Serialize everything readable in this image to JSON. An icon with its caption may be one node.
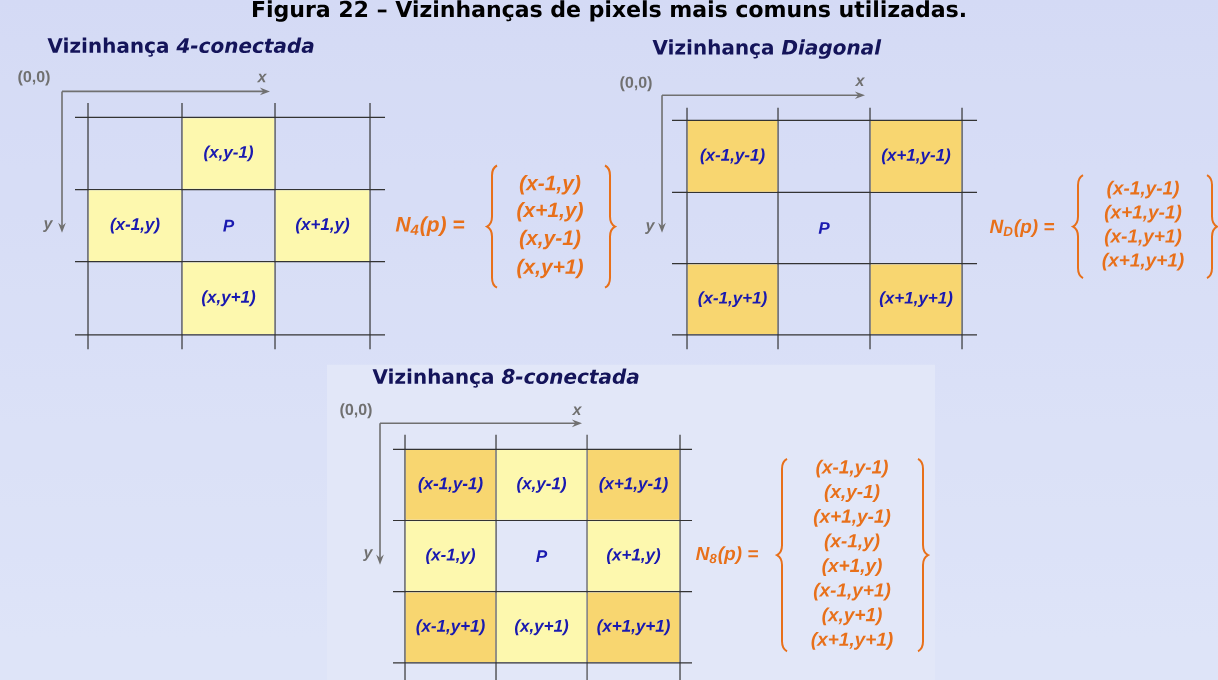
{
  "diagram": {
    "title": "Figura 22 – Vizinhanças de pixels mais comuns utilizadas.",
    "nodes": [
      {
        "text": [
          "(x,y-1)"
        ]
      },
      {
        "text": [
          "(x-1,y)"
        ]
      },
      {
        "text": [
          "P"
        ]
      },
      {
        "text": [
          "(x+1,y)"
        ]
      },
      {
        "text": [
          "(x,y+1)"
        ]
      },
      {
        "text": [
          "(x-1,y-1)"
        ]
      },
      {
        "text": [
          "(x+1,y-1)"
        ]
      },
      {
        "text": [
          "P"
        ]
      },
      {
        "text": [
          "(x-1,y+1)"
        ]
      },
      {
        "text": [
          "(x+1,y+1)"
        ]
      },
      {
        "text": [
          "(x-1,y-1)"
        ]
      },
      {
        "text": [
          "(x,y-1)"
        ]
      },
      {
        "text": [
          "(x+1,y-1)"
        ]
      },
      {
        "text": [
          "(x-1,y)"
        ]
      },
      {
        "text": [
          "P"
        ]
      },
      {
        "text": [
          "(x+1,y)"
        ]
      },
      {
        "text": [
          "(x-1,y+1)"
        ]
      },
      {
        "text": [
          "(x,y+1)"
        ]
      },
      {
        "text": [
          "(x+1,y+1)"
        ]
      }
    ],
    "labels": [
      "Vizinhança *4-conectada*",
      "(0,0)",
      "x",
      "y",
      "N$_{4}$(p) =",
      "(x-1,y)",
      "(x+1,y)",
      "(x,y-1)",
      "(x,y+1)",
      "Vizinhança *Diagonal*",
      "(0,0)",
      "x",
      "y",
      "N$_{D}$(p) =",
      "(x-1,y-1)",
      "(x+1,y-1)",
      "(x-1,y+1)",
      "(x+1,y+1)",
      "Vizinhança *8-conectada*",
      "(0,0)",
      "x",
      "y",
      "N$_{8}$(p) =",
      "(x-1,y-1)",
      "(x,y-1)",
      "(x+1,y-1)",
      "(x-1,y)",
      "(x+1,y)",
      "(x-1,y+1)",
      "(x,y+1)",
      "(x+1,y+1)"
    ]
  }
}
